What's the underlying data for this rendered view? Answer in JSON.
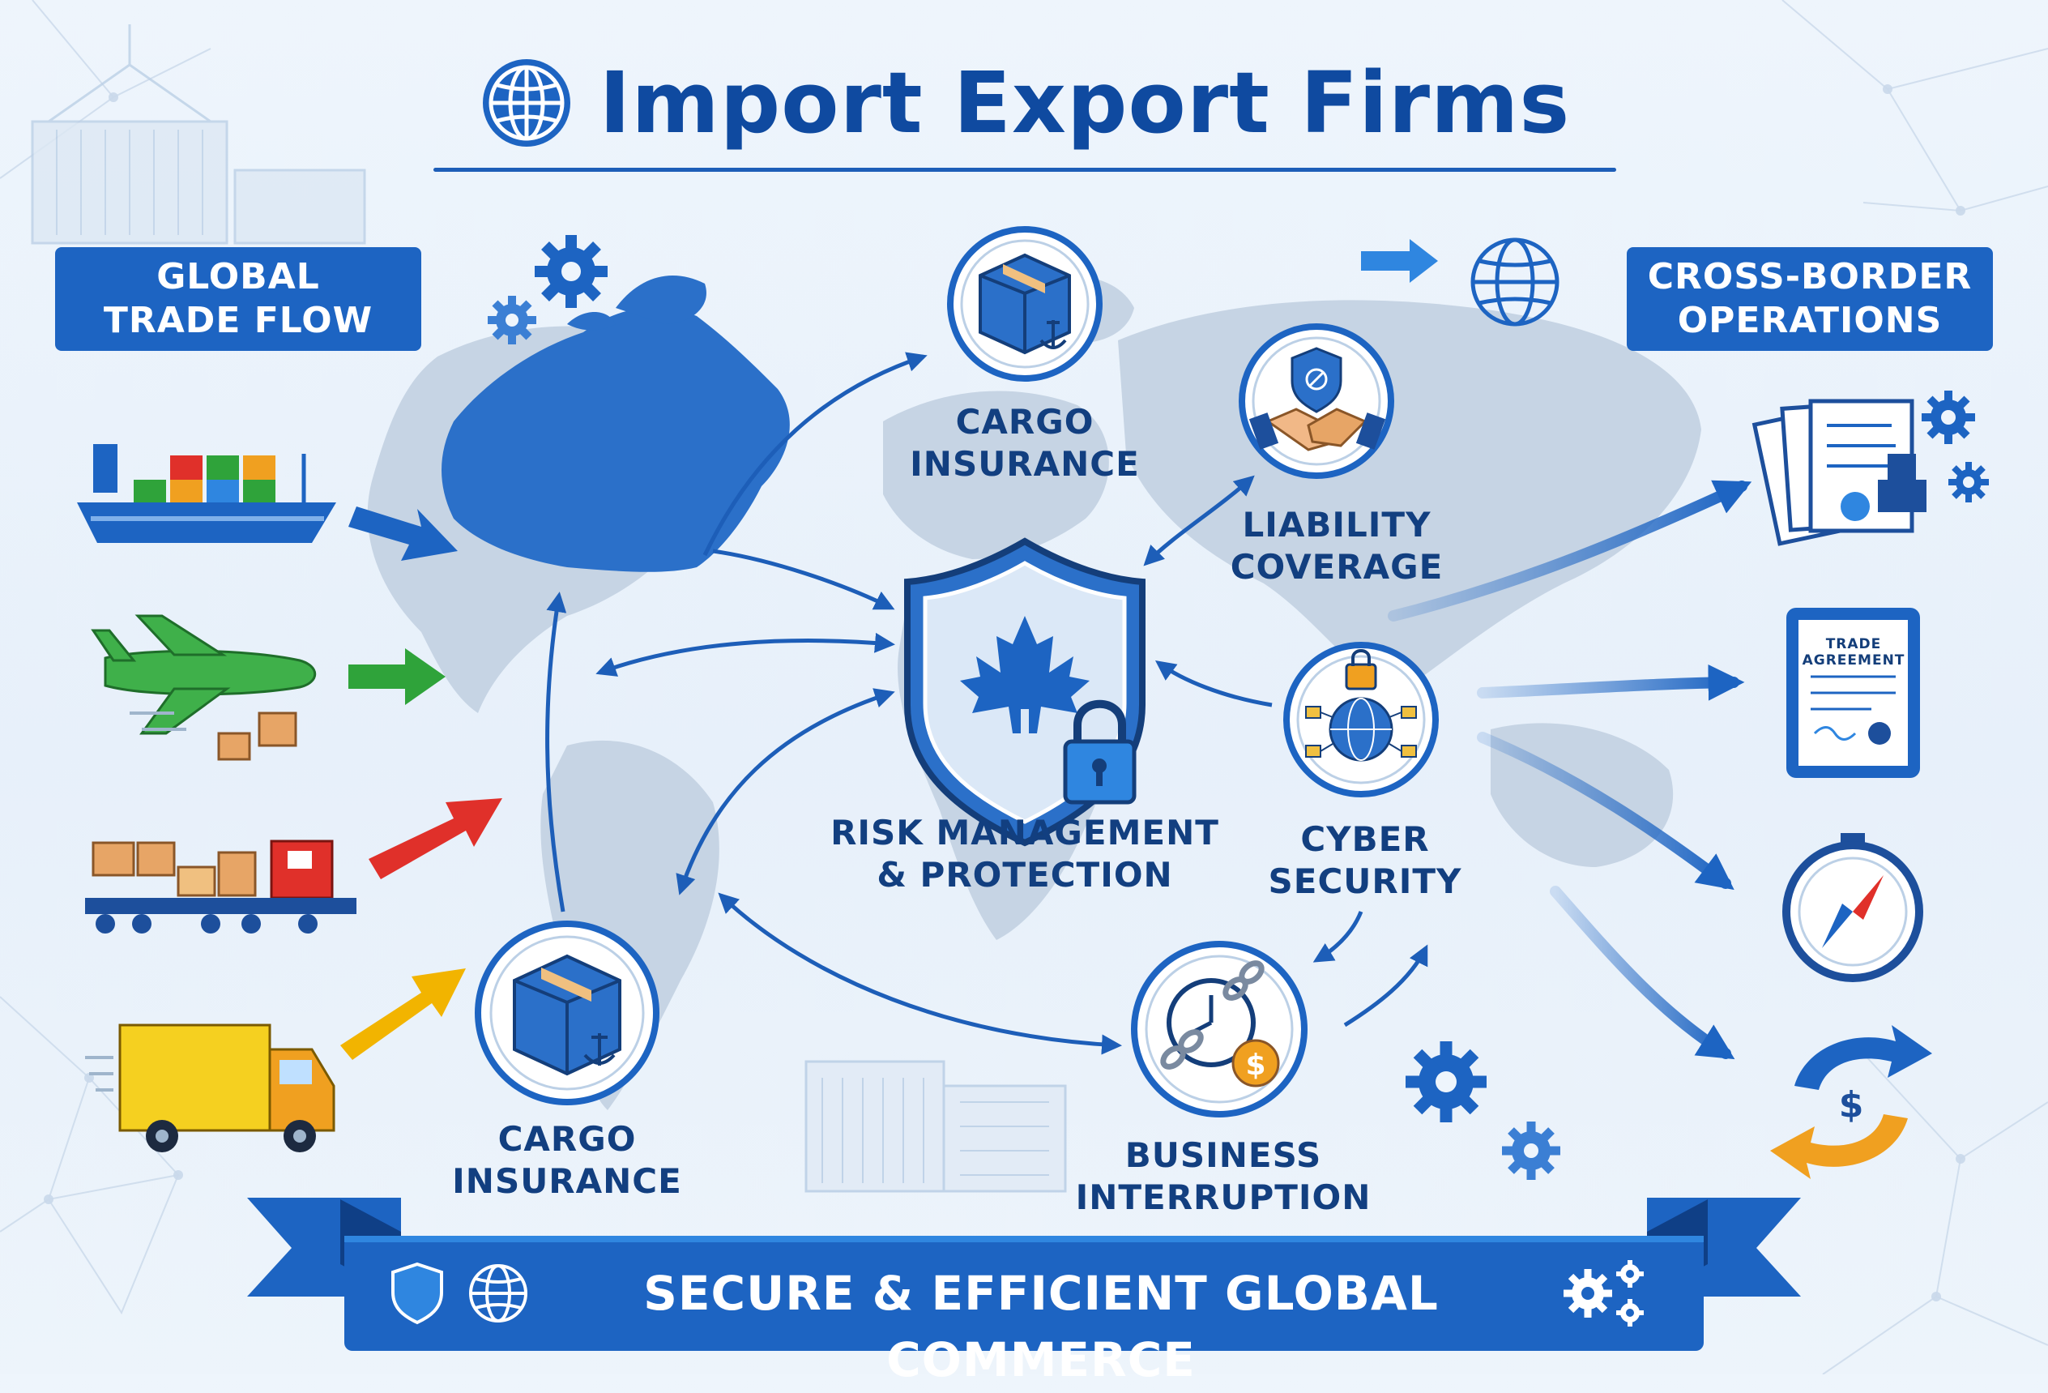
{
  "title": "Import Export Firms",
  "left_tag": {
    "line1": "GLOBAL",
    "line2": "TRADE FLOW"
  },
  "right_tag": {
    "line1": "CROSS-BORDER",
    "line2": "OPERATIONS"
  },
  "nodes": {
    "cargo_insurance_top": {
      "line1": "CARGO",
      "line2": "INSURANCE"
    },
    "liability": {
      "line1": "LIABILITY",
      "line2": "COVERAGE"
    },
    "risk": {
      "line1": "RISK MANAGEMENT",
      "line2": "& PROTECTION"
    },
    "cyber": {
      "line1": "CYBER",
      "line2": "SECURITY"
    },
    "cargo_insurance_bottom": {
      "line1": "CARGO",
      "line2": "INSURANCE"
    },
    "business": {
      "line1": "BUSINESS",
      "line2": "INTERRUPTION"
    }
  },
  "trade_agreement": {
    "line1": "TRADE",
    "line2": "AGREEMENT"
  },
  "banner": "SECURE & EFFICIENT GLOBAL COMMERCE",
  "colors": {
    "brand_blue": "#1d64c2",
    "dark_blue": "#0f4aa0",
    "text_navy": "#123f80",
    "map_gray": "#c6d4e4",
    "ship_arrow": "#1d64c2",
    "plane_arrow": "#2fa33a",
    "train_arrow": "#e0302a",
    "truck_arrow": "#f2b400"
  },
  "icons": {
    "left_transport": [
      "cargo-ship-icon",
      "airplane-icon",
      "freight-train-icon",
      "delivery-truck-icon"
    ],
    "right_operations": [
      "documents-stamp-icon",
      "trade-agreement-tablet-icon",
      "compass-icon",
      "currency-exchange-icon"
    ],
    "nodes": [
      "cargo-box-anchor-icon",
      "handshake-shield-icon",
      "maple-leaf-shield-lock-icon",
      "cyber-network-lock-icon",
      "cargo-box-anchor-icon",
      "clock-chain-dollar-icon"
    ]
  }
}
